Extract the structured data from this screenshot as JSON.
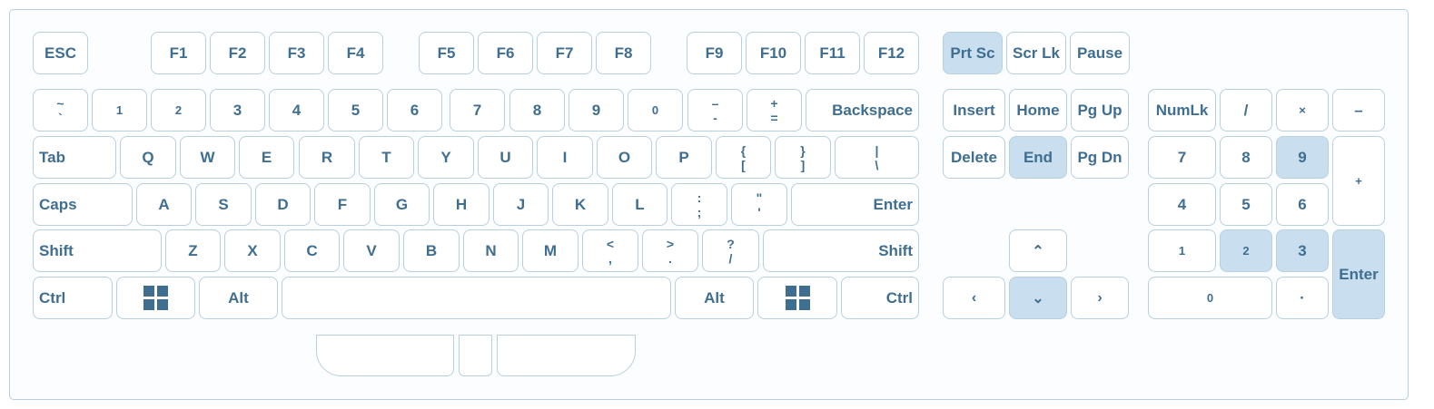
{
  "colors": {
    "key_text": "#3f6e91",
    "key_border": "#b8d0de",
    "highlight": "#c9deee"
  },
  "frow": {
    "esc": "ESC",
    "f1": "F1",
    "f2": "F2",
    "f3": "F3",
    "f4": "F4",
    "f5": "F5",
    "f6": "F6",
    "f7": "F7",
    "f8": "F8",
    "f9": "F9",
    "f10": "F10",
    "f11": "F11",
    "f12": "F12",
    "prtsc": "Prt Sc",
    "scrlk": "Scr Lk",
    "pause": "Pause"
  },
  "numrow": {
    "tilde_top": "~",
    "tilde_bottom": "`",
    "k1": "1",
    "k2": "2",
    "k3": "3",
    "k4": "4",
    "k5": "5",
    "k6": "6",
    "k7": "7",
    "k8": "8",
    "k9": "9",
    "k0": "0",
    "minus_top": "–",
    "minus_bottom": "-",
    "plus_top": "+",
    "plus_bottom": "=",
    "backspace": "Backspace"
  },
  "qrow": {
    "tab": "Tab",
    "q": "Q",
    "w": "W",
    "e": "E",
    "r": "R",
    "t": "T",
    "y": "Y",
    "u": "U",
    "i": "I",
    "o": "O",
    "p": "P",
    "lbrace_top": "{",
    "lbrace_bottom": "[",
    "rbrace_top": "}",
    "rbrace_bottom": "]",
    "pipe_top": "|",
    "pipe_bottom": "\\"
  },
  "arow": {
    "caps": "Caps",
    "a": "A",
    "s": "S",
    "d": "D",
    "f": "F",
    "g": "G",
    "h": "H",
    "j": "J",
    "k": "K",
    "l": "L",
    "colon_top": ":",
    "colon_bottom": ";",
    "quote_top": "\"",
    "quote_bottom": "'",
    "enter": "Enter"
  },
  "zrow": {
    "shift_l": "Shift",
    "z": "Z",
    "x": "X",
    "c": "C",
    "v": "V",
    "b": "B",
    "n": "N",
    "m": "M",
    "lt_top": "<",
    "lt_bottom": ",",
    "gt_top": ">",
    "gt_bottom": ".",
    "q_top": "?",
    "q_bottom": "/",
    "shift_r": "Shift"
  },
  "bottom": {
    "ctrl_l": "Ctrl",
    "alt_l": "Alt",
    "alt_r": "Alt",
    "ctrl_r": "Ctrl"
  },
  "nav": {
    "insert": "Insert",
    "home": "Home",
    "pgup": "Pg Up",
    "delete": "Delete",
    "end": "End",
    "pgdn": "Pg Dn"
  },
  "numpad": {
    "numlk": "NumLk",
    "slash": "/",
    "star": "×",
    "minus": "–",
    "n7": "7",
    "n8": "8",
    "n9": "9",
    "plus": "+",
    "n4": "4",
    "n5": "5",
    "n6": "6",
    "n1": "1",
    "n2": "2",
    "n3": "3",
    "enter": "Enter",
    "n0": "0",
    "dot": "·"
  }
}
